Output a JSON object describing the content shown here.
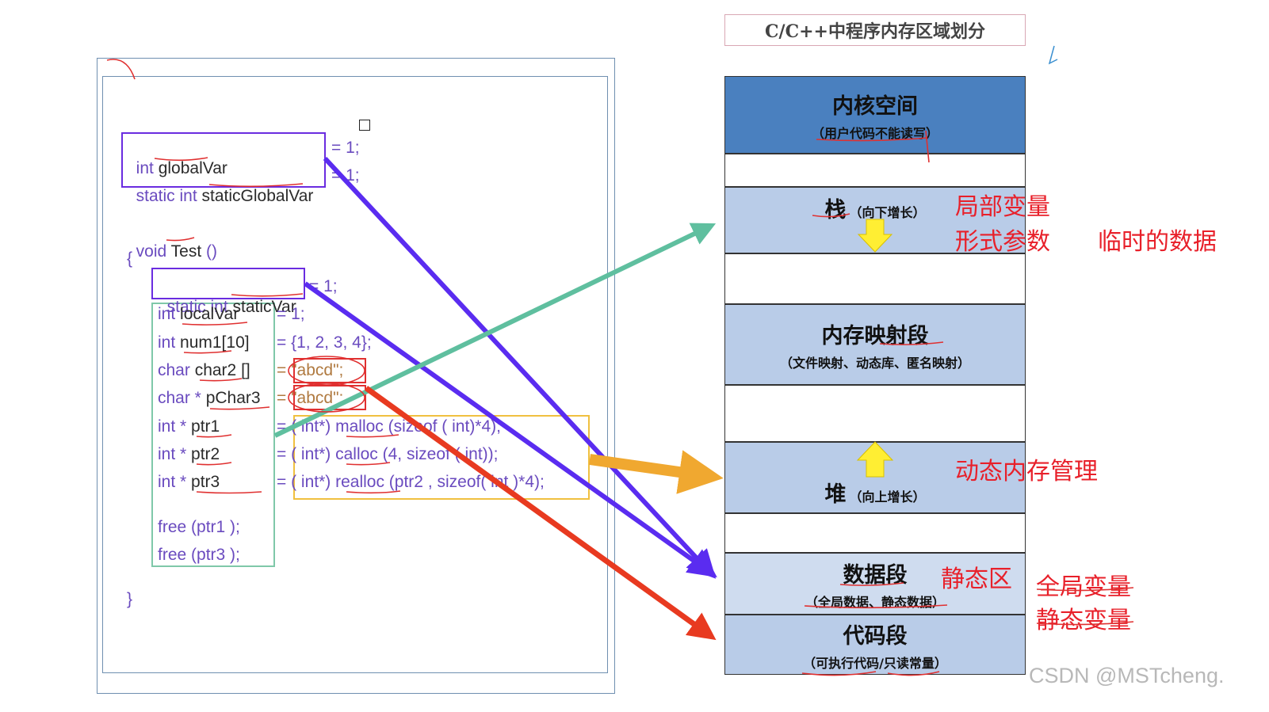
{
  "title": "C/C++中程序内存区域划分",
  "code": {
    "global_lines": [
      {
        "type": "int",
        "name": "globalVar",
        "init": "= 1;"
      },
      {
        "type": "static int",
        "name": "staticGlobalVar",
        "init": "= 1;"
      }
    ],
    "func_sig": {
      "type": "void",
      "name": "Test",
      "params": "()"
    },
    "open_brace": "{",
    "close_brace": "}",
    "static_line": {
      "type": "static int",
      "name": "staticVar",
      "init": "= 1;"
    },
    "locals": [
      {
        "type": "int",
        "name": "localVar",
        "init": "= 1;"
      },
      {
        "type": "int",
        "name": "num1[10]",
        "init": "= {1, 2, 3, 4};"
      },
      {
        "type": "char",
        "name": "char2 []",
        "init": "= \"abcd\";"
      },
      {
        "type": "char *",
        "name": "pChar3",
        "init": "= \"abcd\";"
      },
      {
        "type": "int *",
        "name": "ptr1",
        "init": "= ( int*) malloc (sizeof ( int)*4);"
      },
      {
        "type": "int *",
        "name": "ptr2",
        "init": "= ( int*) calloc (4, sizeof ( int));"
      },
      {
        "type": "int *",
        "name": "ptr3",
        "init": "= ( int*) realloc (ptr2 , sizeof( int )*4);"
      }
    ],
    "frees": [
      "free (ptr1 );",
      "free (ptr3 );"
    ]
  },
  "segments": {
    "kernel": {
      "title": "内核空间",
      "sub": "（用户代码不能读写）"
    },
    "stack": {
      "title": "栈",
      "sub": "（向下增长）"
    },
    "mmap": {
      "title": "内存映射段",
      "sub": "（文件映射、动态库、匿名映射）"
    },
    "heap": {
      "title": "堆",
      "sub": "（向上增长）"
    },
    "data": {
      "title": "数据段",
      "sub": "（全局数据、静态数据）"
    },
    "text": {
      "title": "代码段",
      "sub": "（可执行代码/只读常量）"
    }
  },
  "notes": {
    "local_vars": "局部变量",
    "params": "形式参数",
    "temp_data": "临时的数据",
    "dynamic_mem": "动态内存管理",
    "static_area": "静态区",
    "global_vars": "全局变量",
    "static_vars": "静态变量"
  },
  "watermark": "CSDN @MSTcheng.",
  "colors": {
    "kernel": "#4a80bf",
    "seg_light": "#b9cce8",
    "seg_data": "#cfdcef",
    "note_red": "#e8202a",
    "arrow_purple": "#5a2cf0",
    "arrow_teal": "#5fbf9f",
    "arrow_orange": "#f0a830",
    "arrow_red": "#e83a20"
  }
}
